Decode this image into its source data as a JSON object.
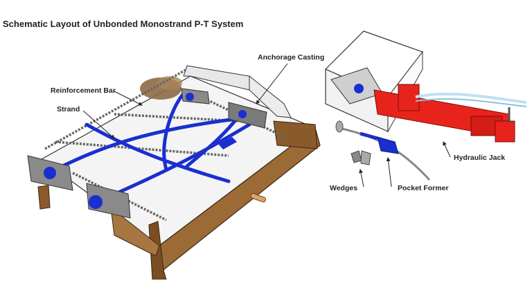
{
  "title": "Schematic Layout of Unbonded Monostrand P-T System",
  "labels": {
    "anchorage_casting": "Anchorage Casting",
    "reinforcement_bar": "Reinforcement Bar",
    "strand": "Strand",
    "hydraulic_jack": "Hydraulic Jack",
    "wedges": "Wedges",
    "pocket_former": "Pocket Former"
  },
  "colors": {
    "strand_blue": "#1a2fd0",
    "jack_red": "#e8231c",
    "formwork_brown": "#8b5a2b",
    "rebar_gray": "#777777",
    "label_text": "#222222"
  }
}
